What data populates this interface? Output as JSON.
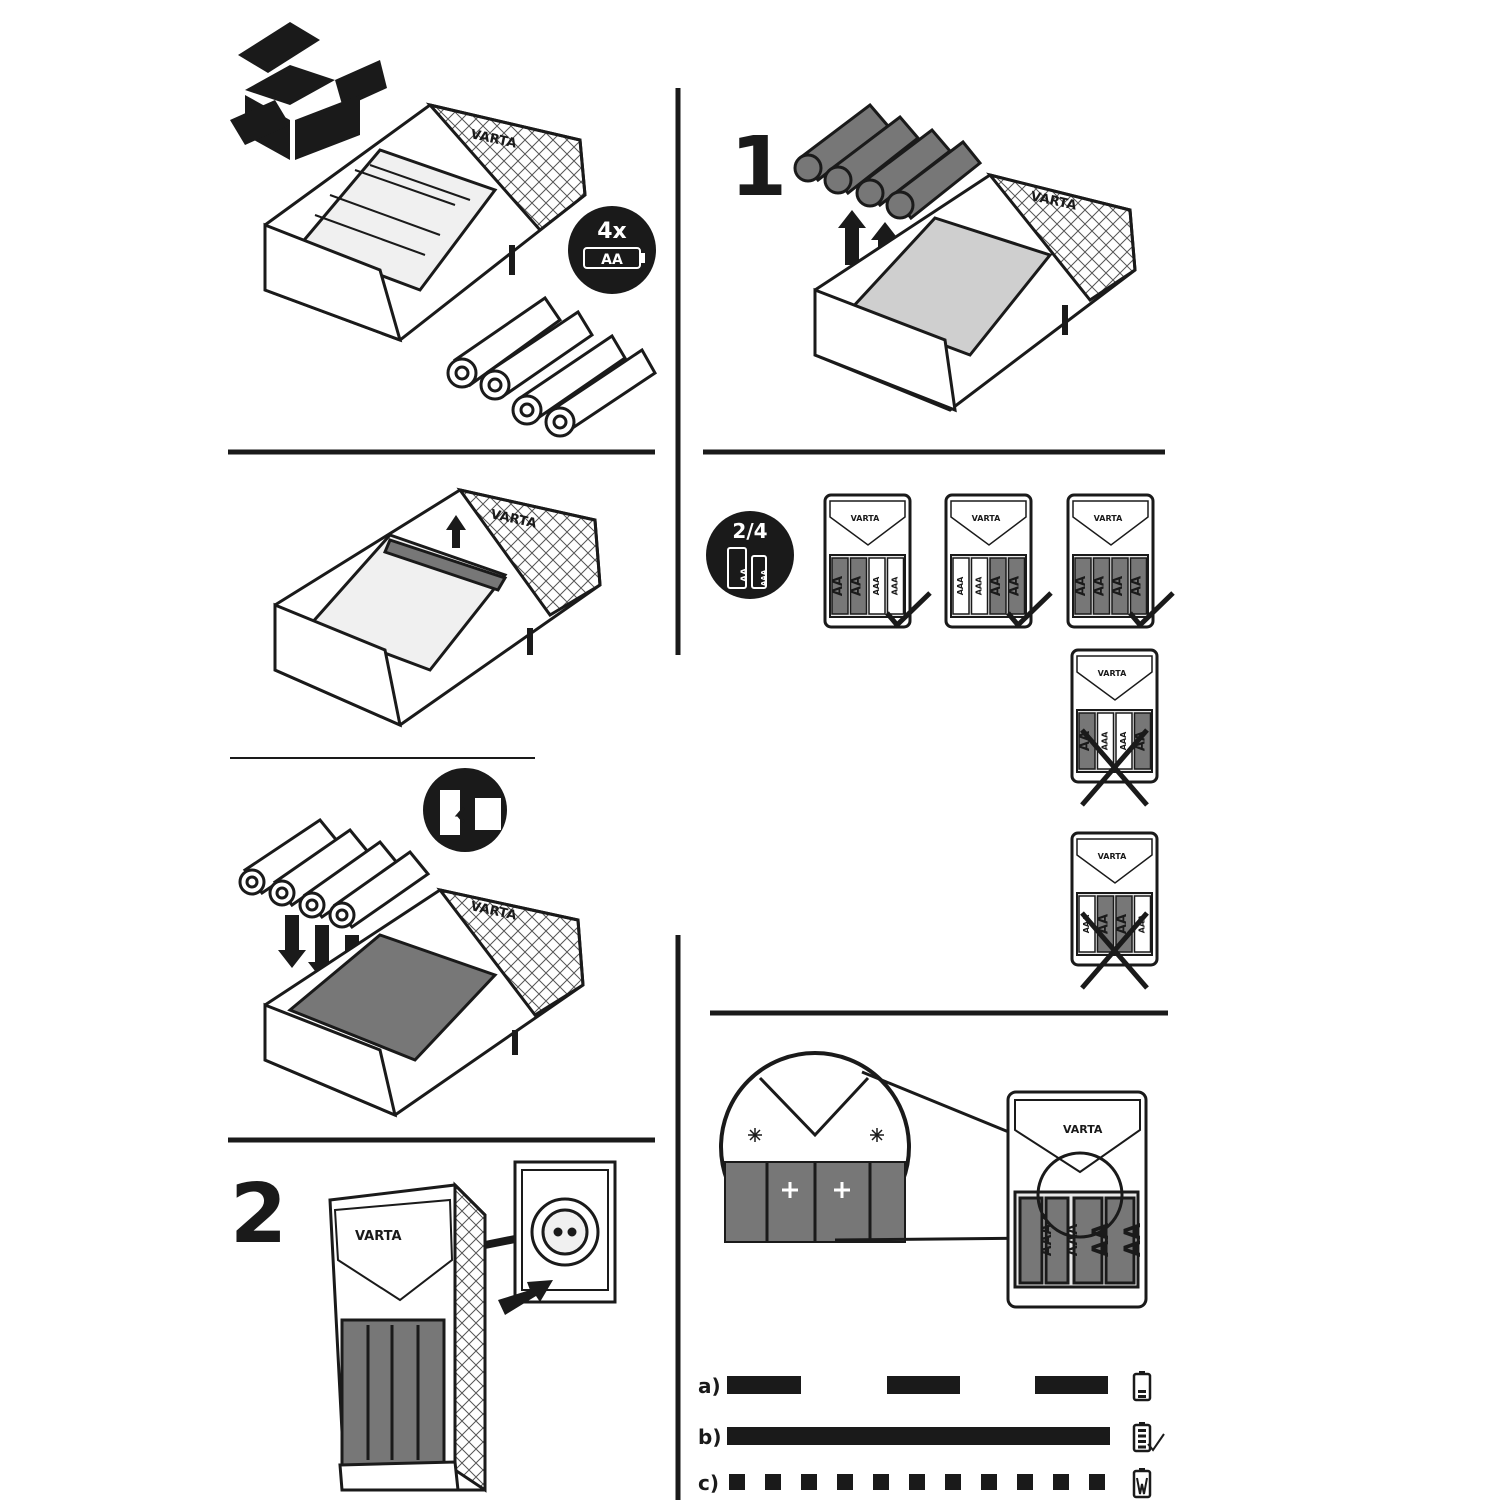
{
  "steps": {
    "step1": "1",
    "step2": "2"
  },
  "badges": {
    "count": "4x",
    "battery_type": "AA",
    "ratio": "2/4",
    "aa": "AA",
    "aaa": "AAA"
  },
  "brand": "VARTA",
  "slot_labels": {
    "aa": "AA",
    "aaa": "AAA"
  },
  "led_legend": [
    {
      "key": "a)",
      "pattern": "slow-blink",
      "meaning": "charging"
    },
    {
      "key": "b)",
      "pattern": "solid",
      "meaning": "charged"
    },
    {
      "key": "c)",
      "pattern": "fast-blink",
      "meaning": "error"
    }
  ]
}
